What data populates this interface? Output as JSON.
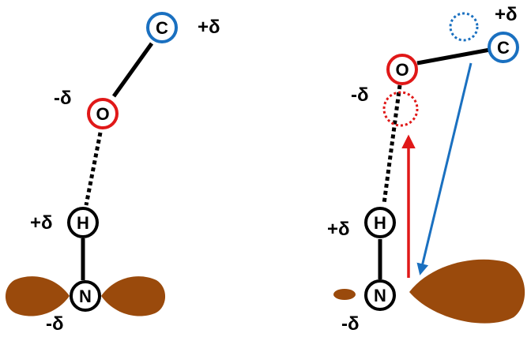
{
  "colors": {
    "oxygen": "#e01818",
    "carbon": "#1a70c0",
    "neutral": "#000000",
    "lobe": "#9a4a0c",
    "red_arrow": "#e01818",
    "blue_arrow": "#1a70c0"
  },
  "left_panel": {
    "atoms": {
      "carbon": "C",
      "oxygen": "O",
      "hydrogen": "H",
      "nitrogen": "N"
    },
    "charges": {
      "carbon": "+δ",
      "oxygen": "-δ",
      "hydrogen": "+δ",
      "nitrogen": "-δ"
    }
  },
  "right_panel": {
    "atoms": {
      "carbon": "C",
      "oxygen": "O",
      "hydrogen": "H",
      "nitrogen": "N"
    },
    "charges": {
      "carbon": "+δ",
      "oxygen": "-δ",
      "hydrogen": "+δ",
      "nitrogen": "-δ"
    }
  }
}
